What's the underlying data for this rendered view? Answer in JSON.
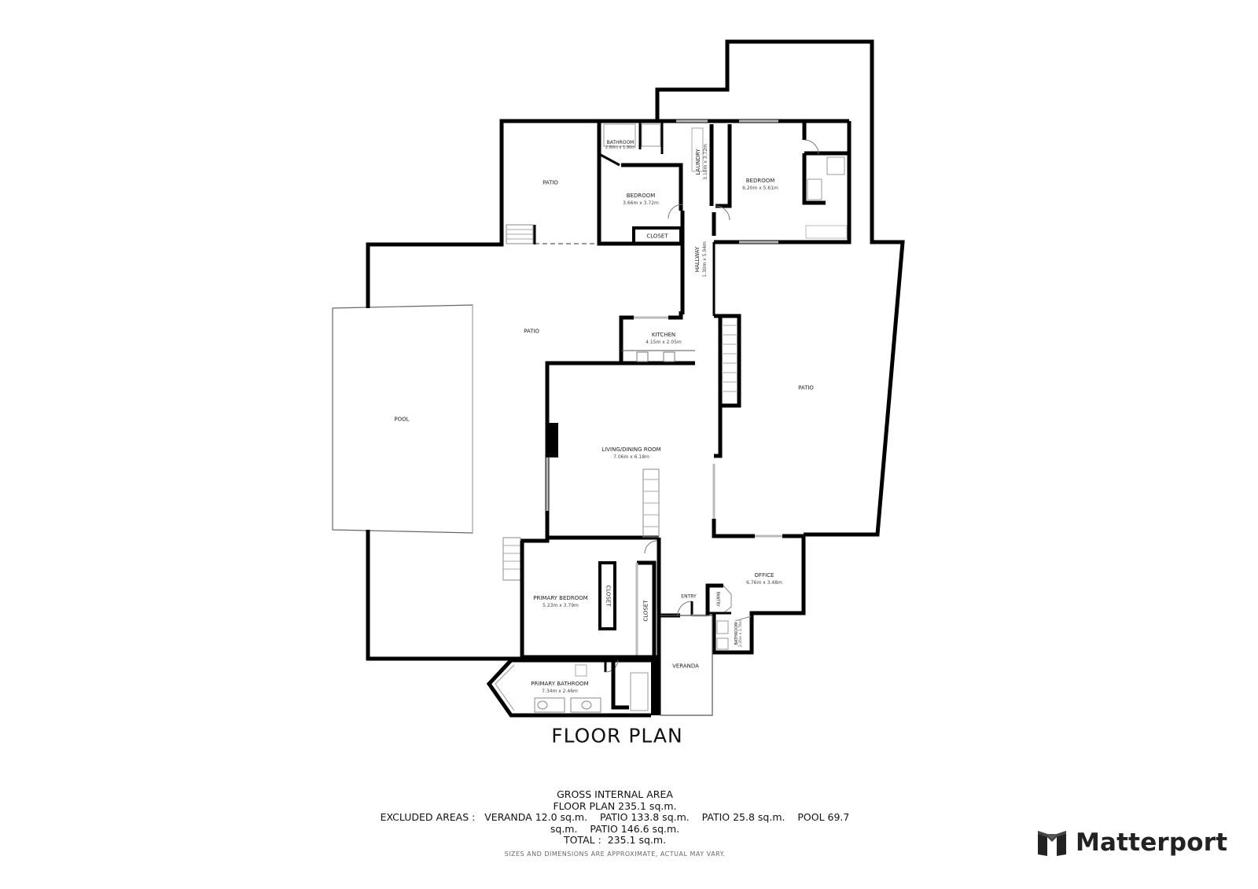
{
  "rooms": {
    "patio_top": {
      "name": "PATIO"
    },
    "bathroom_small": {
      "name": "BATHROOM",
      "dims": "2.60m x 1.90m"
    },
    "bedroom_left": {
      "name": "BEDROOM",
      "dims": "3.66m x 3.72m"
    },
    "closet_top": {
      "name": "CLOSET"
    },
    "laundry": {
      "name": "LAUNDRY",
      "dims": "3.18m x 3.72m"
    },
    "bedroom_right": {
      "name": "BEDROOM",
      "dims": "6.20m x 5.61m"
    },
    "hallway": {
      "name": "HALLWAY",
      "dims": "1.30m x 5.94m"
    },
    "patio_main": {
      "name": "PATIO"
    },
    "pool": {
      "name": "POOL"
    },
    "kitchen": {
      "name": "KITCHEN",
      "dims": "4.15m x 2.05m"
    },
    "patio_right": {
      "name": "PATIO"
    },
    "living_dining": {
      "name": "LIVING/DINING ROOM",
      "dims": "7.06m x 6.18m"
    },
    "primary_bedroom": {
      "name": "PRIMARY BEDROOM",
      "dims": "5.23m x 3.79m"
    },
    "closet_a": {
      "name": "CLOSET"
    },
    "closet_b": {
      "name": "CLOSET"
    },
    "entry": {
      "name": "ENTRY"
    },
    "office": {
      "name": "OFFICE",
      "dims": "6.76m x 3.48m"
    },
    "pantry": {
      "name": "PANTRY"
    },
    "bathroom_office": {
      "name": "BATHROOM",
      "dims": "2.35m x 1.76m"
    },
    "primary_bathroom": {
      "name": "PRIMARY BATHROOM",
      "dims": "7.34m x 2.46m"
    },
    "veranda": {
      "name": "VERANDA"
    }
  },
  "title": "FLOOR PLAN",
  "areas": {
    "heading": "GROSS INTERNAL AREA",
    "floor_plan": "FLOOR PLAN 235.1 sq.m.",
    "excluded_line1": "EXCLUDED AREAS :   VERANDA 12.0 sq.m.    PATIO 133.8 sq.m.    PATIO 25.8 sq.m.    POOL 69.7",
    "excluded_line2": "sq.m.    PATIO 146.6 sq.m.",
    "total": "TOTAL :  235.1 sq.m.",
    "disclaimer": "SIZES AND DIMENSIONS ARE APPROXIMATE, ACTUAL MAY VARY."
  },
  "brand": {
    "name": "Matterport",
    "icon": "matterport-logo-icon"
  },
  "colors": {
    "wall": "#000000",
    "background": "#ffffff",
    "text": "#111111"
  }
}
